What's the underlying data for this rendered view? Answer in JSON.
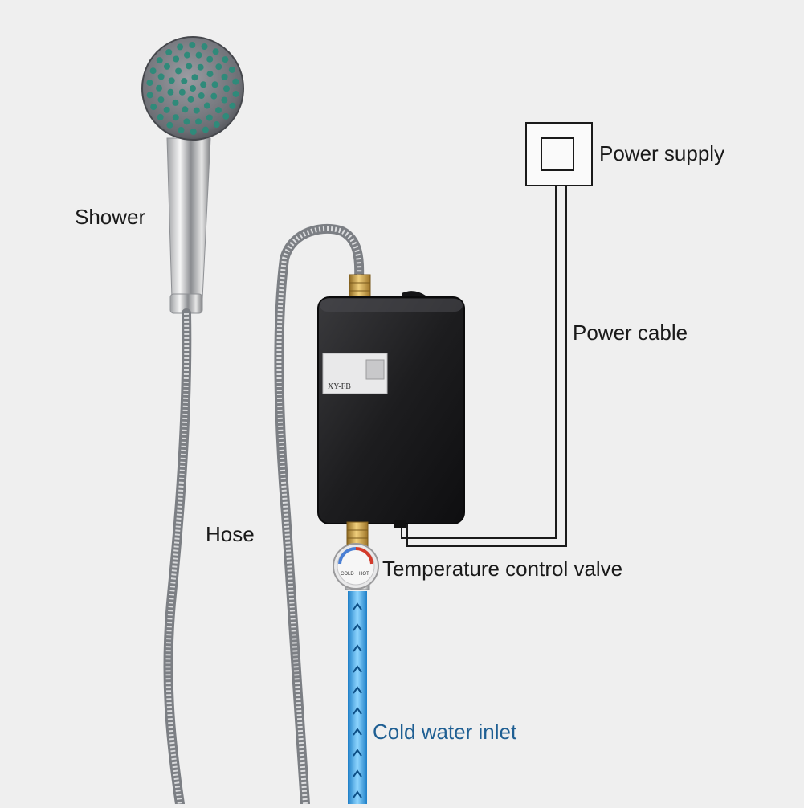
{
  "labels": {
    "shower": "Shower",
    "power_supply": "Power supply",
    "power_cable": "Power cable",
    "hose": "Hose",
    "temperature_control_valve": "Temperature control valve",
    "cold_water_inlet": "Cold water inlet"
  },
  "device": {
    "model": "XY-FB",
    "valve_cold": "COLD",
    "valve_hot": "HOT"
  },
  "colors": {
    "background": "#efefef",
    "inlet_label": "#1f5f93",
    "water_pipe": "#3aa9e8",
    "heater_body": "#1c1c1e",
    "brass": "#c9a04a"
  }
}
